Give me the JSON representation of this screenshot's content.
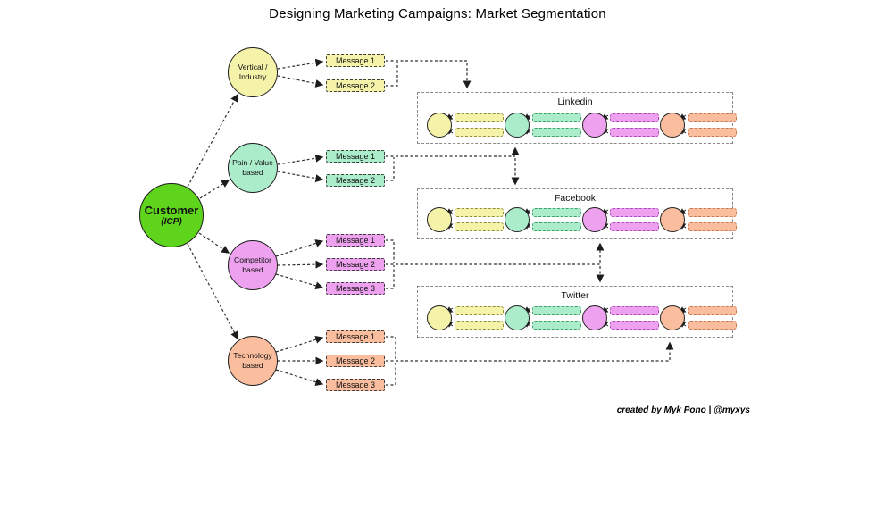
{
  "title": "Designing Marketing Campaigns: Market Segmentation",
  "credit": "created by Myk Pono | @myxys",
  "colors": {
    "customer_green": "#5fd41d",
    "yellow": "#f4f3a9",
    "mint": "#abeccb",
    "magenta": "#eda1ef",
    "salmon": "#fabd9e",
    "wire": "#2e2e2e",
    "panel_border": "#8a8a8a"
  },
  "customer": {
    "title": "Customer",
    "subtitle": "(ICP)"
  },
  "segments": [
    {
      "label_line1": "Vertical /",
      "label_line2": "Industry",
      "color": "yellow",
      "messages": [
        "Message 1",
        "Message 2"
      ]
    },
    {
      "label_line1": "Pain / Value",
      "label_line2": "based",
      "color": "mint",
      "messages": [
        "Message 1",
        "Message 2"
      ]
    },
    {
      "label_line1": "Competitor",
      "label_line2": "based",
      "color": "magenta",
      "messages": [
        "Message 1",
        "Message 2",
        "Message 3"
      ]
    },
    {
      "label_line1": "Technology",
      "label_line2": "based",
      "color": "salmon",
      "messages": [
        "Message 1",
        "Message 2",
        "Message 3"
      ]
    }
  ],
  "channels": [
    {
      "label": "Linkedin"
    },
    {
      "label": "Facebook"
    },
    {
      "label": "Twitter"
    }
  ]
}
